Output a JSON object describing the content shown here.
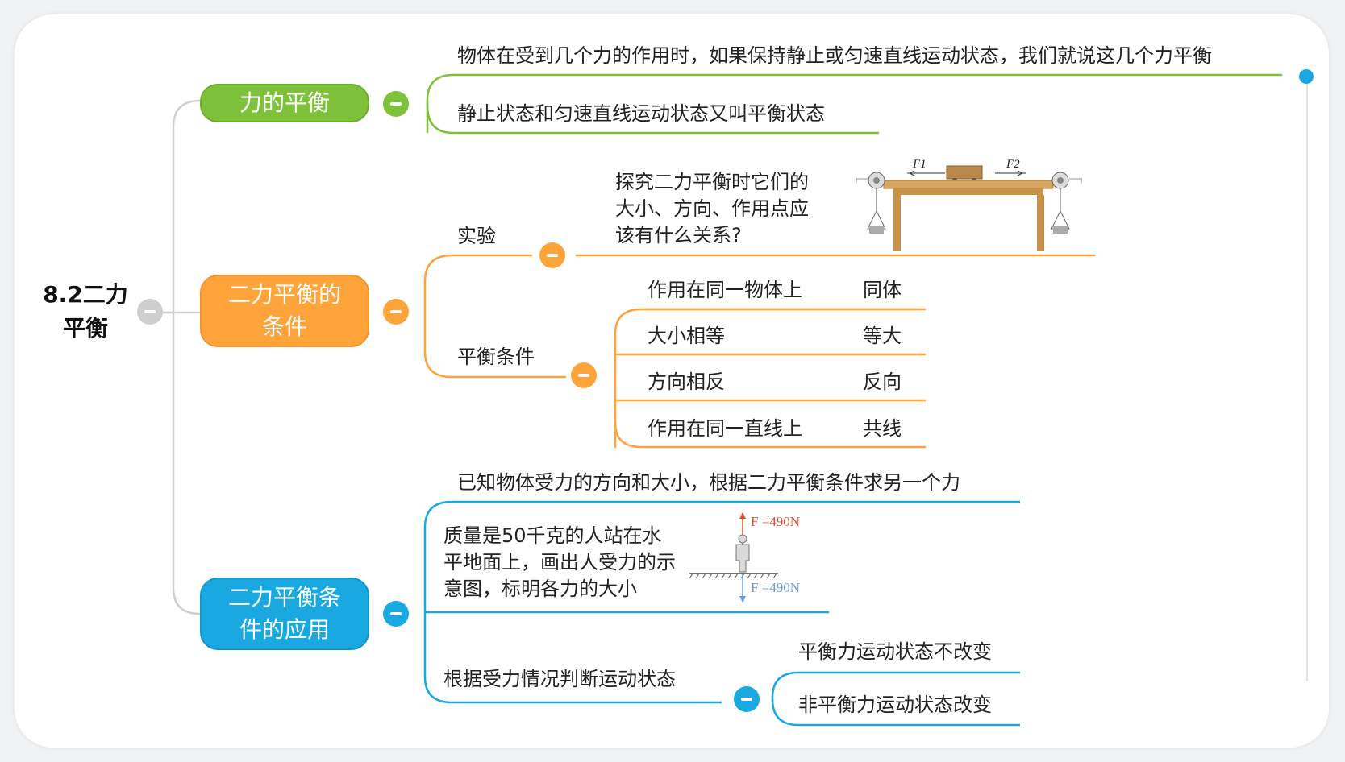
{
  "root": {
    "label": "8.2二力平衡"
  },
  "colors": {
    "green": "#7ec13a",
    "orange": "#ffa43a",
    "blue": "#19a9e0",
    "gray": "#cfcfcf",
    "red": "#e0502e"
  },
  "branches": [
    {
      "label": "力的平衡",
      "items": [
        "物体在受到几个力的作用时，如果保持静止或匀速直线运动状态，我们就说这几个力平衡",
        "静止状态和匀速直线运动状态又叫平衡状态"
      ]
    },
    {
      "label": "二力平衡的条件",
      "experiment": {
        "label": "实验",
        "question": "探究二力平衡时它们的大小、方向、作用点应该有什么关系?",
        "figure": {
          "f1": "F1",
          "f2": "F2",
          "icon": "pulley-table-cart-figure"
        }
      },
      "conditions": {
        "label": "平衡条件",
        "rows": [
          {
            "condition": "作用在同一物体上",
            "short": "同体"
          },
          {
            "condition": "大小相等",
            "short": "等大"
          },
          {
            "condition": "方向相反",
            "short": "反向"
          },
          {
            "condition": "作用在同一直线上",
            "short": "共线"
          }
        ]
      }
    },
    {
      "label": "二力平衡条件的应用",
      "known": "已知物体受力的方向和大小，根据二力平衡条件求另一个力",
      "example": {
        "text": "质量是50千克的人站在水平地面上，画出人受力的示意图，标明各力的大小",
        "force_up": "F =490N",
        "force_down": "F =490N",
        "icon": "standing-person-force-figure"
      },
      "judge": {
        "label": "根据受力情况判断运动状态",
        "items": [
          "平衡力运动状态不改变",
          "非平衡力运动状态改变"
        ]
      }
    }
  ]
}
